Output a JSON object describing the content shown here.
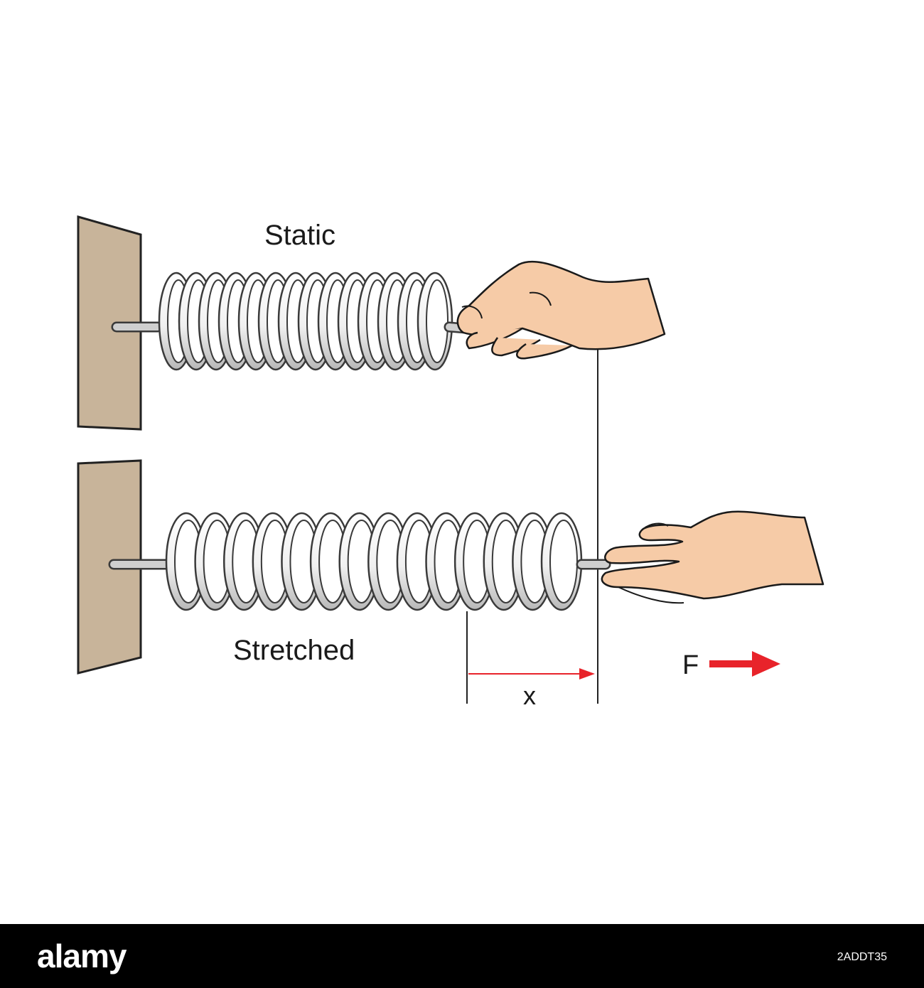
{
  "diagram": {
    "label_top": "Static",
    "label_bottom": "Stretched",
    "displacement_label": "x",
    "force_label": "F",
    "colors": {
      "wall": "#c8b49a",
      "spring_fill": "#f4f4f4",
      "spring_stroke": "#3a3a3a",
      "skin": "#f6cba7",
      "arrow": "#e8232a"
    },
    "icons": [
      "wall-icon",
      "spring-icon",
      "hand-icon",
      "arrow-right-icon"
    ]
  },
  "footer": {
    "logo": "alamy",
    "image_id": "2ADDT35",
    "background": "#000000"
  }
}
